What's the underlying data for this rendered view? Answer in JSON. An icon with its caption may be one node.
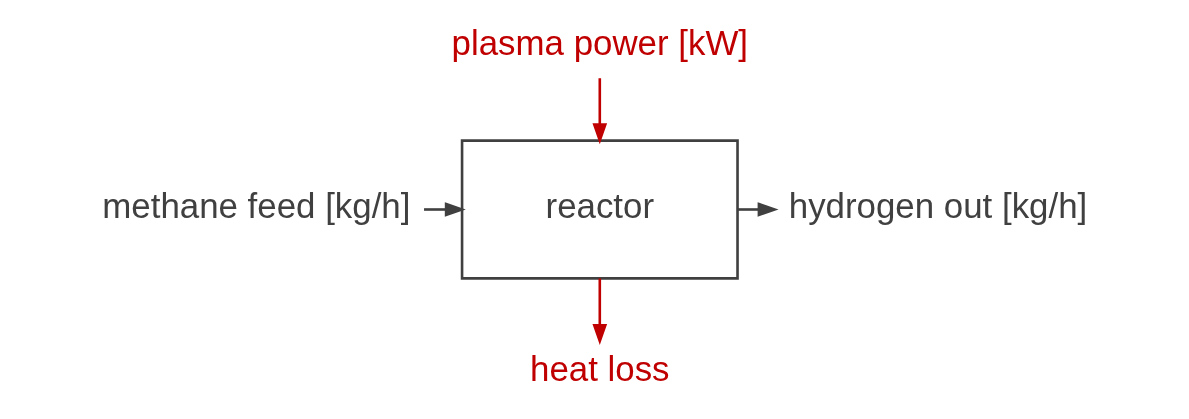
{
  "diagram": {
    "nodes": [
      {
        "text": [
          "plasma power [kW]"
        ]
      },
      {
        "text": [
          "methane feed [kg/h]"
        ]
      },
      {
        "text": [
          "reactor"
        ]
      },
      {
        "text": [
          "hydrogen out [kg/h]"
        ]
      },
      {
        "text": [
          "heat loss"
        ]
      }
    ],
    "edges": [
      {
        "from": 0,
        "to": 2,
        "arrow": "to",
        "color": "#c00000"
      },
      {
        "from": 1,
        "to": 2,
        "arrow": "to",
        "color": "#404040"
      },
      {
        "from": 2,
        "to": 3,
        "arrow": "to",
        "color": "#404040"
      },
      {
        "from": 2,
        "to": 4,
        "arrow": "to",
        "color": "#c00000"
      }
    ]
  }
}
